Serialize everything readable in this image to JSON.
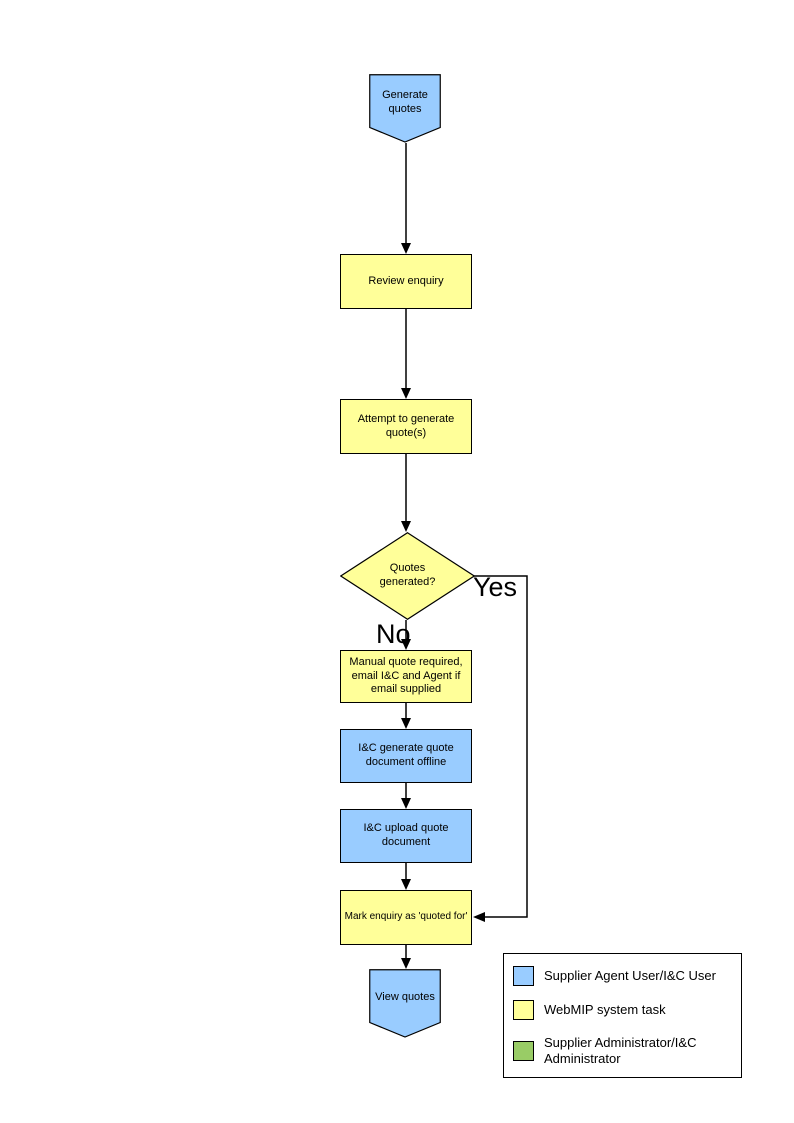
{
  "colors": {
    "agent_blue": "#99CCFF",
    "task_yellow": "#FFFF99",
    "admin_green": "#99CC66",
    "line_black": "#000000"
  },
  "flowchart": {
    "nodes": {
      "start": {
        "label": "Generate quotes",
        "type": "terminator"
      },
      "review": {
        "label": "Review enquiry",
        "type": "process"
      },
      "attempt": {
        "label": "Attempt to generate quote(s)",
        "type": "process"
      },
      "decision": {
        "label": "Quotes generated?",
        "type": "decision"
      },
      "manual": {
        "label": "Manual quote required, email I&C and Agent if email supplied",
        "type": "process"
      },
      "ic_generate": {
        "label": "I&C generate quote document offline",
        "type": "process"
      },
      "ic_upload": {
        "label": "I&C upload quote document",
        "type": "process"
      },
      "mark": {
        "label": "Mark enquiry as 'quoted for'",
        "type": "process"
      },
      "end": {
        "label": "View quotes",
        "type": "terminator"
      }
    },
    "branch_labels": {
      "yes": "Yes",
      "no": "No"
    }
  },
  "legend": {
    "items": [
      {
        "label": "Supplier Agent User/I&C User",
        "color": "#99CCFF"
      },
      {
        "label": "WebMIP system task",
        "color": "#FFFF99"
      },
      {
        "label": "Supplier Administrator/I&C Administrator",
        "color": "#99CC66"
      }
    ]
  }
}
